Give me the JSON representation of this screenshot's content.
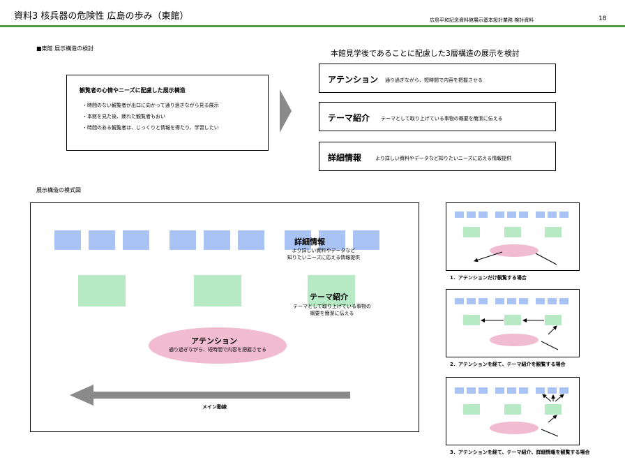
{
  "header": {
    "title": "資料3 核兵器の危険性 広島の歩み（東館）",
    "subtitle": "広島平和記念資料館展示基本設計業務 検討資料",
    "page_number": "18"
  },
  "section1": {
    "label": "■東館 展示構造の検討"
  },
  "needs_box": {
    "title": "観覧者の心情やニーズに配慮した展示構造",
    "items": [
      "・時間のない観覧者が出口に向かって通り過ぎながら見る展示",
      "・本館を見た後、疲れた観覧者もおい",
      "・時間のある観覧者は、じっくりと情報を得たり、学習したい"
    ]
  },
  "layers": {
    "heading": "本館見学後であることに配慮した3層構造の展示を検討",
    "items": [
      {
        "name": "アテンション",
        "desc": "通り過ぎながら、短時間で内容を把握させる"
      },
      {
        "name": "テーマ紹介",
        "desc": "テーマとして取り上げている事物の概要を簡潔に伝える"
      },
      {
        "name": "詳細情報",
        "desc": "より詳しい資料やデータなど知りたいニーズに応える情報提供"
      }
    ]
  },
  "section2": {
    "label": "展示構造の模式図"
  },
  "diagram": {
    "detail_title": "詳細情報",
    "detail_desc_1": "より詳しい資料やデータなど",
    "detail_desc_2": "知りたいニーズに応える情報提供",
    "theme_title": "テーマ紹介",
    "theme_desc_1": "テーマとして取り上げている事物の",
    "theme_desc_2": "概要を簡潔に伝える",
    "attention_title": "アテンション",
    "attention_desc": "通り過ぎながら、短時間で内容を把握させる",
    "main_route": "メイン動線"
  },
  "cases": [
    {
      "caption": "1．アテンションだけ観覧する場合"
    },
    {
      "caption": "2．アテンションを経て、テーマ紹介を観覧する場合"
    },
    {
      "caption": "3．アテンションを経て、テーマ紹介、詳細情報を観覧する場合"
    }
  ],
  "colors": {
    "header_line": "#4e9a3f",
    "detail_block": "#a9c4f4",
    "theme_block": "#b8e9c5",
    "attention_ellipse": "#f2bcd0",
    "arrow": "#8a8a8a"
  }
}
